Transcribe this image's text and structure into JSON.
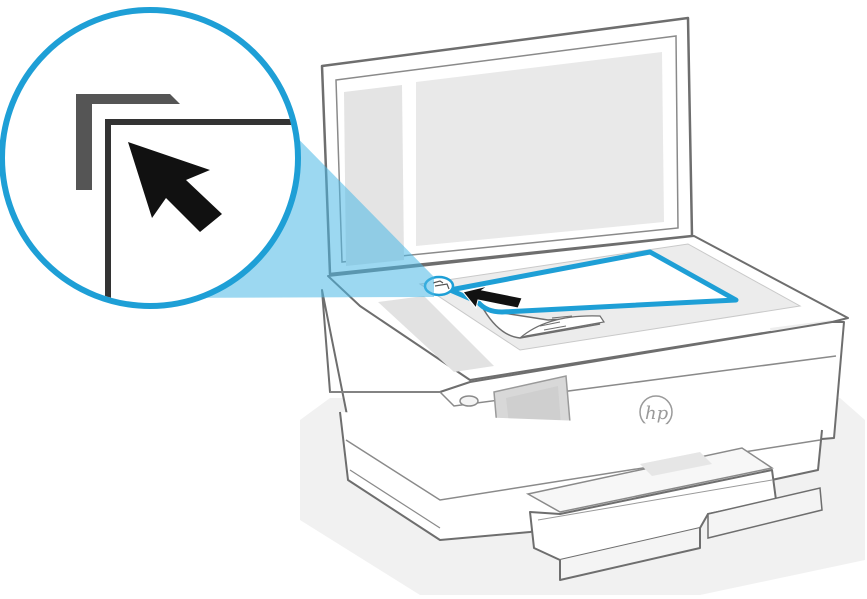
{
  "illustration": {
    "subject": "printer-scanner-glass",
    "brand_logo_text": "hp",
    "colors": {
      "accent_blue": "#1E9FD6",
      "highlight_blue": "#4BB8E6",
      "arrow_black": "#111111",
      "printer_outline": "#6e6e6e",
      "printer_body": "#ffffff",
      "glass_gray": "#e8e8e8",
      "lid_panel_gray": "#d9d9d9",
      "shadow_gray": "#ececec"
    },
    "icons": {
      "magnifier": "zoom-circle",
      "pointer": "arrow-pointer",
      "corner": "corner-alignment-mark"
    }
  }
}
